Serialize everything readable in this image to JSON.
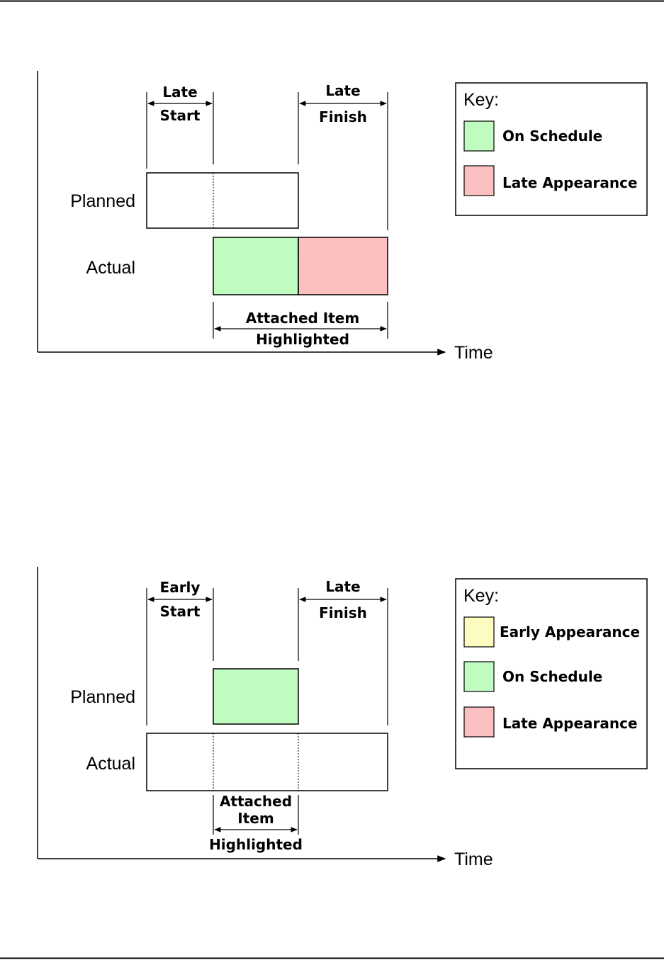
{
  "colors": {
    "on_schedule": "#c0fcc0",
    "late": "#fcc0c0",
    "early": "#fcfcc0"
  },
  "diagram1": {
    "top_left": {
      "line1": "Late",
      "line2": "Start"
    },
    "top_right": {
      "line1": "Late",
      "line2": "Finish"
    },
    "row_planned": "Planned",
    "row_actual": "Actual",
    "bottom": {
      "line1": "Attached Item",
      "line2": "Highlighted"
    },
    "axis": "Time",
    "key": {
      "title": "Key:",
      "items": [
        "On Schedule",
        "Late Appearance"
      ]
    }
  },
  "diagram2": {
    "top_left": {
      "line1": "Early",
      "line2": "Start"
    },
    "top_right": {
      "line1": "Late",
      "line2": "Finish"
    },
    "row_planned": "Planned",
    "row_actual": "Actual",
    "bottom": {
      "line1": "Attached",
      "line2": "Item",
      "line3": "Highlighted"
    },
    "axis": "Time",
    "key": {
      "title": "Key:",
      "items": [
        "Early Appearance",
        "On Schedule",
        "Late Appearance"
      ]
    }
  }
}
